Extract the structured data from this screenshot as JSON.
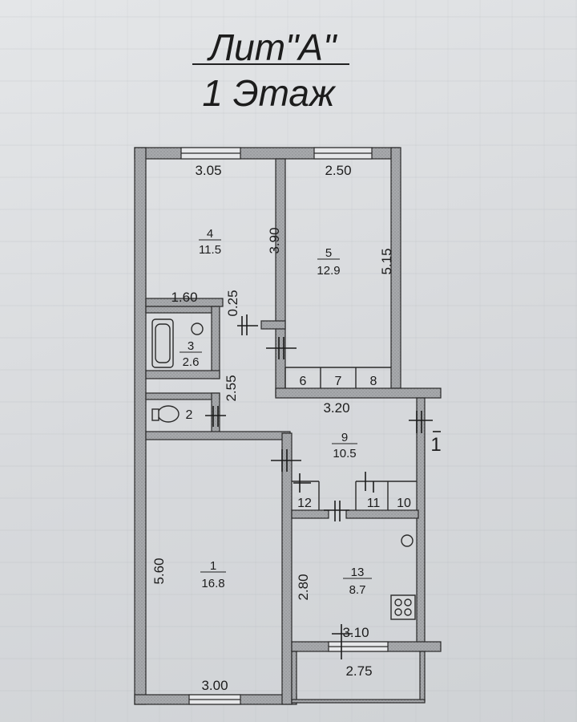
{
  "title": {
    "line1": "Лит\"А\"",
    "line2": "1 Этаж"
  },
  "rooms": [
    {
      "id": "4",
      "area": "11.5"
    },
    {
      "id": "5",
      "area": "12.9"
    },
    {
      "id": "3",
      "area": "2.6"
    },
    {
      "id": "9",
      "area": "10.5"
    },
    {
      "id": "1",
      "area": "16.8"
    },
    {
      "id": "13",
      "area": "8.7"
    }
  ],
  "small_rooms": [
    "2",
    "6",
    "7",
    "8",
    "10",
    "11",
    "12"
  ],
  "dimensions": [
    "3.05",
    "2.50",
    "3.90",
    "5.15",
    "1.60",
    "0.25",
    "2.55",
    "3.20",
    "5.60",
    "2.80",
    "3.10",
    "2.75",
    "3.00"
  ],
  "entrance_label": "1",
  "colors": {
    "wall_fill": "#9a9c9f",
    "line": "#2a2a2a",
    "text": "#1c1c1c"
  }
}
